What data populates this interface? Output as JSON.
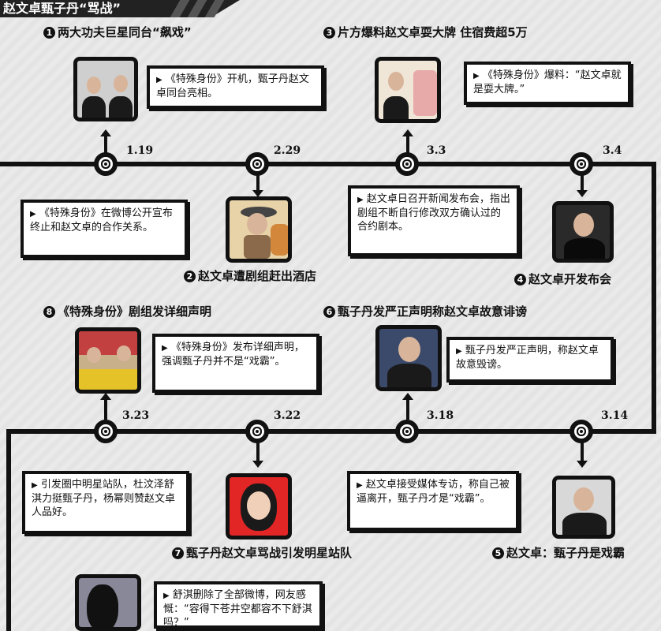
{
  "header": {
    "title": "赵文卓甄子丹“骂战”"
  },
  "events": [
    {
      "num": "1",
      "title": "两大功夫巨星同台“飙戏”",
      "date": "1.19",
      "text": "《特殊身份》开机，甄子丹赵文卓同台亮相。"
    },
    {
      "num": "2",
      "title": "赵文卓遭剧组赶出酒店",
      "date": "2.29",
      "text": "《特殊身份》在微博公开宣布终止和赵文卓的合作关系。"
    },
    {
      "num": "3",
      "title": "片方爆料赵文卓耍大牌 住宿费超5万",
      "date": "3.3",
      "text": "赵文卓日召开新闻发布会，指出剧组不断自行修改双方确认过的合约剧本。"
    },
    {
      "num": "4",
      "title": "赵文卓开发布会",
      "date": "3.4",
      "text": "《特殊身份》爆料：“赵文卓就是耍大牌。”"
    },
    {
      "num": "5",
      "title": "赵文卓：甄子丹是戏霸",
      "date": "3.14",
      "text": "赵文卓接受媒体专访，称自己被逼离开，甄子丹才是“戏霸”。"
    },
    {
      "num": "6",
      "title": "甄子丹发严正声明称赵文卓故意诽谤",
      "date": "3.18",
      "text": "甄子丹发严正声明，称赵文卓故意毁谤。"
    },
    {
      "num": "7",
      "title": "甄子丹赵文卓骂战引发明星站队",
      "date": "3.22",
      "text": "引发圈中明星站队，杜汶泽舒淇力挺甄子丹，杨幂则赞赵文卓人品好。"
    },
    {
      "num": "8",
      "title": "《特殊身份》剧组发详细声明",
      "date": "3.23",
      "text": "《特殊身份》发布详细声明，强调甄子丹并不是“戏霸”。"
    },
    {
      "text": "舒淇删除了全部微博，网友感慨：“容得下苍井空都容不下舒淇吗？”"
    }
  ],
  "glyph": "▶"
}
